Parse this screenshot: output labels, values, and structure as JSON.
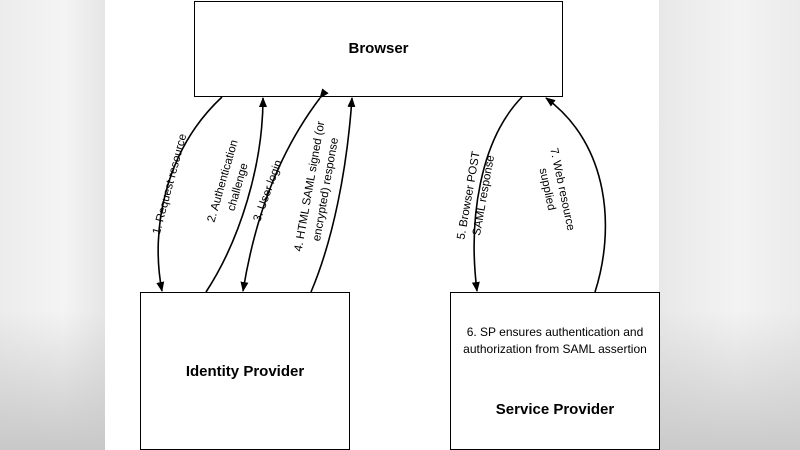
{
  "boxes": {
    "browser": "Browser",
    "identity_provider": "Identity Provider",
    "service_provider": "Service Provider",
    "sp_note_line1": "6. SP ensures authentication and",
    "sp_note_line2": "authorization from SAML assertion"
  },
  "arrows": {
    "a1": "1. Request resource",
    "a2_line1": "2. Authentication",
    "a2_line2": "challenge",
    "a3": "3. User login",
    "a4_line1": "4. HTML SAML signed (or",
    "a4_line2": "encrypted) response",
    "a5_line1": "5. Browser POST",
    "a5_line2": "SAML response",
    "a7_line1": "7. Web resource",
    "a7_line2": "supplied"
  }
}
